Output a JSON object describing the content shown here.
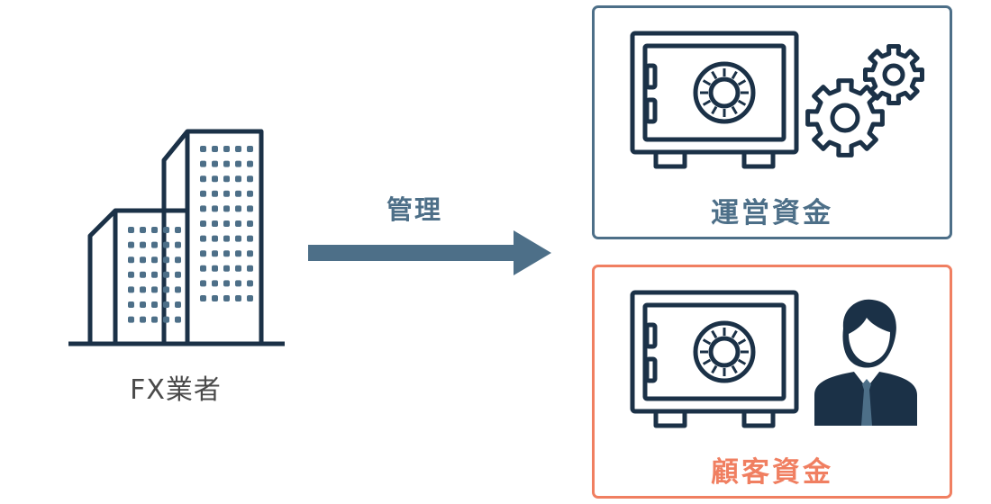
{
  "diagram": {
    "company": {
      "label": "FX業者",
      "icon": "office-buildings-icon"
    },
    "relation": {
      "label": "管理",
      "icon": "right-arrow-icon"
    },
    "funds": [
      {
        "label": "運営資金",
        "icons": [
          "safe-icon",
          "gears-icon"
        ],
        "color": "#4d6f88"
      },
      {
        "label": "顧客資金",
        "icons": [
          "safe-icon",
          "businessperson-icon"
        ],
        "color": "#f07f61"
      }
    ]
  },
  "colors": {
    "icon_navy": "#1b3147",
    "accent_blue": "#4d6f88",
    "accent_orange": "#f07f61",
    "dots": "#4d6f88",
    "text_gray": "#4a4a4a"
  }
}
